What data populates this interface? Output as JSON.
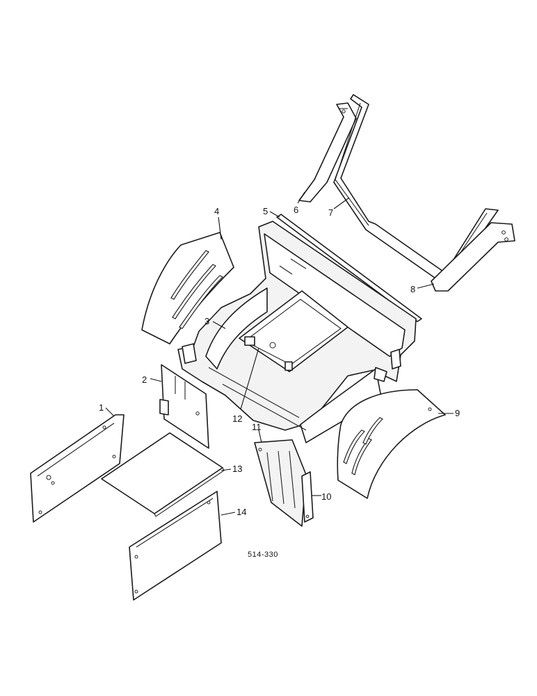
{
  "callouts": [
    "1",
    "2",
    "3",
    "4",
    "5",
    "6",
    "7",
    "8",
    "9",
    "10",
    "11",
    "12",
    "13",
    "14"
  ],
  "reference_code": "514-330"
}
